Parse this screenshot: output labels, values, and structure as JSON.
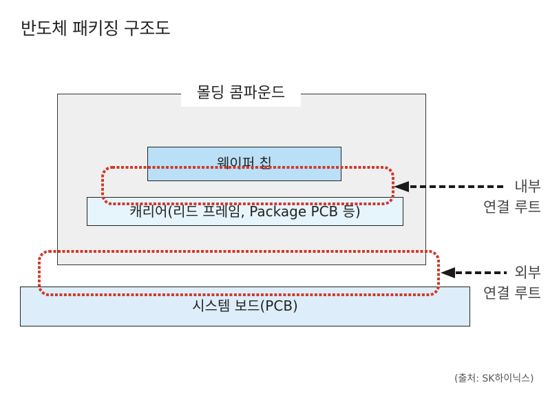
{
  "title": "반도체 패키징 구조도",
  "diagram": {
    "molding_compound": "몰딩 콤파운드",
    "wafer_chip": "웨이퍼 칩",
    "carrier": "캐리어(리드 프레임, Package PCB 등)",
    "system_board": "시스템 보드(PCB)",
    "internal_route": {
      "line1": "내부",
      "line2": "연결 루트"
    },
    "external_route": {
      "line1": "외부",
      "line2": "연결 루트"
    },
    "colors": {
      "route_outline": "#d0392b",
      "arrow": "#1a1a1a",
      "molding_fill": "#efefef",
      "chip_fill": "#b9e0f7",
      "carrier_fill": "#e6f4fc",
      "board_fill": "#ddeefa"
    }
  },
  "source": "(출처: SK하이닉스)"
}
